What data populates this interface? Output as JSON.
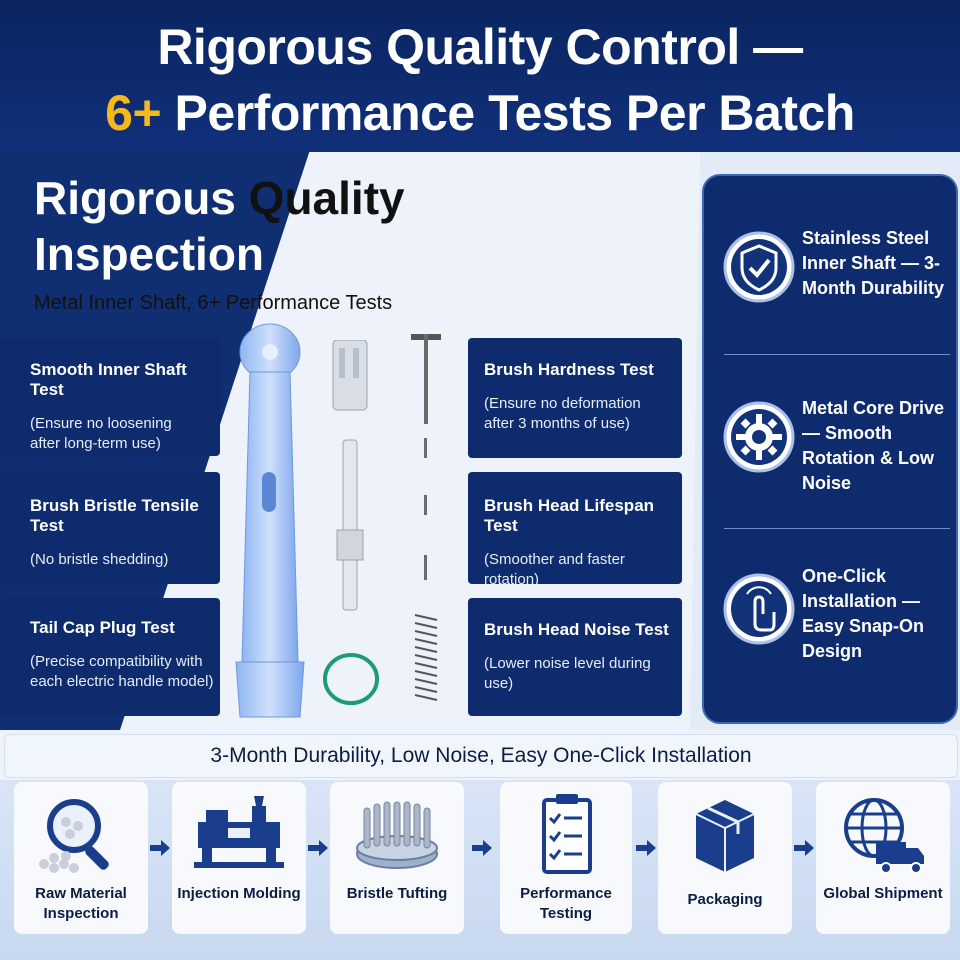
{
  "header": {
    "title_line1": "Rigorous Quality Control —",
    "title_accent": "6+",
    "title_line2_rest": " Performance Tests Per Batch"
  },
  "section": {
    "title_part1": "Rigorous ",
    "title_part2": "Quality",
    "title_part3": "Inspection",
    "subtitle": "Metal Inner Shaft, 6+ Performance Tests"
  },
  "tests_left": [
    {
      "name": "Smooth Inner Shaft Test",
      "desc": "(Ensure no loosening after long-term use)"
    },
    {
      "name": "Brush Bristle Tensile Test",
      "desc": "(No bristle shedding)"
    },
    {
      "name": "Tail Cap Plug Test",
      "desc": "(Precise compatibility with each electric handle model)"
    }
  ],
  "tests_right": [
    {
      "name": "Brush Hardness Test",
      "desc": "(Ensure no deformation after 3 months of use)"
    },
    {
      "name": "Brush Head Lifespan Test",
      "desc": "(Smoother and faster rotation)"
    },
    {
      "name": "Brush Head Noise Test",
      "desc": "(Lower noise level during use)"
    }
  ],
  "features": [
    {
      "icon": "shield-check-icon",
      "text": "Stainless Steel Inner Shaft — 3-Month Durability"
    },
    {
      "icon": "gear-icon",
      "text": "Metal Core Drive — Smooth Rotation & Low Noise"
    },
    {
      "icon": "tap-finger-icon",
      "text": "One-Click Installation — Easy Snap-On Design"
    }
  ],
  "banner": "3-Month Durability, Low Noise, Easy One-Click Installation",
  "process": [
    {
      "icon": "magnifier-icon",
      "label": "Raw Material Inspection"
    },
    {
      "icon": "injection-machine-icon",
      "label": "Injection Molding"
    },
    {
      "icon": "bristle-brush-icon",
      "label": "Bristle Tufting"
    },
    {
      "icon": "checklist-icon",
      "label": "Performance Testing"
    },
    {
      "icon": "package-icon",
      "label": "Packaging"
    },
    {
      "icon": "globe-truck-icon",
      "label": "Global Shipment"
    }
  ],
  "colors": {
    "navy": "#0e2c6d",
    "accent": "#f5b91b",
    "icon_blue": "#1a3e8c"
  }
}
